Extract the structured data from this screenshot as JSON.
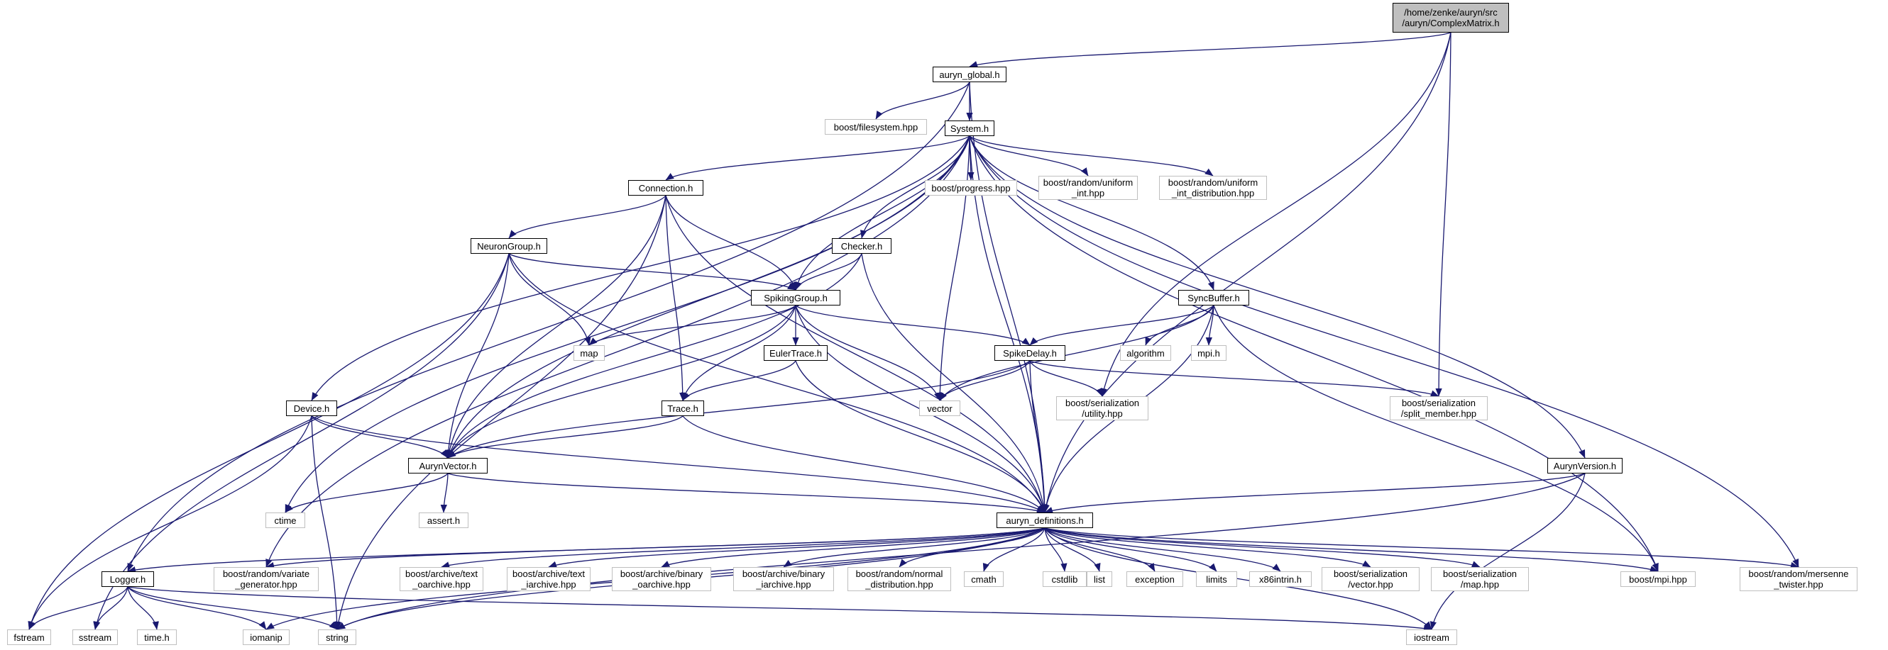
{
  "diagram": {
    "type": "include dependency graph",
    "colors": {
      "edge": "#191970",
      "main_fill": "#bfbfbf",
      "linked_border": "#000000",
      "external_border": "#bfbfbf"
    },
    "nodes": [
      {
        "id": "complexmatrix",
        "label": "/home/zenke/auryn/src\n/auryn/ComplexMatrix.h",
        "kind": "main"
      },
      {
        "id": "auryn_global",
        "label": "auryn_global.h",
        "kind": "linked"
      },
      {
        "id": "filesystem",
        "label": "boost/filesystem.hpp",
        "kind": "ext"
      },
      {
        "id": "system",
        "label": "System.h",
        "kind": "linked"
      },
      {
        "id": "connection",
        "label": "Connection.h",
        "kind": "linked"
      },
      {
        "id": "progress",
        "label": "boost/progress.hpp",
        "kind": "ext"
      },
      {
        "id": "uniform_int",
        "label": "boost/random/uniform\n_int.hpp",
        "kind": "ext"
      },
      {
        "id": "uniform_int_dist",
        "label": "boost/random/uniform\n_int_distribution.hpp",
        "kind": "ext"
      },
      {
        "id": "neurongroup",
        "label": "NeuronGroup.h",
        "kind": "linked"
      },
      {
        "id": "checker",
        "label": "Checker.h",
        "kind": "linked"
      },
      {
        "id": "spikinggroup",
        "label": "SpikingGroup.h",
        "kind": "linked"
      },
      {
        "id": "syncbuffer",
        "label": "SyncBuffer.h",
        "kind": "linked"
      },
      {
        "id": "map",
        "label": "map",
        "kind": "ext"
      },
      {
        "id": "eulertrace",
        "label": "EulerTrace.h",
        "kind": "linked"
      },
      {
        "id": "spikedelay",
        "label": "SpikeDelay.h",
        "kind": "linked"
      },
      {
        "id": "algorithm",
        "label": "algorithm",
        "kind": "ext"
      },
      {
        "id": "mpi_h",
        "label": "mpi.h",
        "kind": "ext"
      },
      {
        "id": "vector",
        "label": "vector",
        "kind": "ext"
      },
      {
        "id": "ser_utility",
        "label": "boost/serialization\n/utility.hpp",
        "kind": "ext"
      },
      {
        "id": "split_member",
        "label": "boost/serialization\n/split_member.hpp",
        "kind": "ext"
      },
      {
        "id": "trace",
        "label": "Trace.h",
        "kind": "linked"
      },
      {
        "id": "device",
        "label": "Device.h",
        "kind": "linked"
      },
      {
        "id": "aurynvector",
        "label": "AurynVector.h",
        "kind": "linked"
      },
      {
        "id": "aurynversion",
        "label": "AurynVersion.h",
        "kind": "linked"
      },
      {
        "id": "ctime",
        "label": "ctime",
        "kind": "ext"
      },
      {
        "id": "assert",
        "label": "assert.h",
        "kind": "ext"
      },
      {
        "id": "auryn_definitions",
        "label": "auryn_definitions.h",
        "kind": "linked"
      },
      {
        "id": "logger",
        "label": "Logger.h",
        "kind": "linked"
      },
      {
        "id": "variate_gen",
        "label": "boost/random/variate\n_generator.hpp",
        "kind": "ext"
      },
      {
        "id": "text_oarchive",
        "label": "boost/archive/text\n_oarchive.hpp",
        "kind": "ext"
      },
      {
        "id": "text_iarchive",
        "label": "boost/archive/text\n_iarchive.hpp",
        "kind": "ext"
      },
      {
        "id": "binary_oarchive",
        "label": "boost/archive/binary\n_oarchive.hpp",
        "kind": "ext"
      },
      {
        "id": "binary_iarchive",
        "label": "boost/archive/binary\n_iarchive.hpp",
        "kind": "ext"
      },
      {
        "id": "normal_dist",
        "label": "boost/random/normal\n_distribution.hpp",
        "kind": "ext"
      },
      {
        "id": "cmath",
        "label": "cmath",
        "kind": "ext"
      },
      {
        "id": "cstdlib",
        "label": "cstdlib",
        "kind": "ext"
      },
      {
        "id": "list",
        "label": "list",
        "kind": "ext"
      },
      {
        "id": "exception",
        "label": "exception",
        "kind": "ext"
      },
      {
        "id": "limits",
        "label": "limits",
        "kind": "ext"
      },
      {
        "id": "x86intrin",
        "label": "x86intrin.h",
        "kind": "ext"
      },
      {
        "id": "ser_vector",
        "label": "boost/serialization\n/vector.hpp",
        "kind": "ext"
      },
      {
        "id": "ser_map",
        "label": "boost/serialization\n/map.hpp",
        "kind": "ext"
      },
      {
        "id": "boost_mpi",
        "label": "boost/mpi.hpp",
        "kind": "ext"
      },
      {
        "id": "mersenne",
        "label": "boost/random/mersenne\n_twister.hpp",
        "kind": "ext"
      },
      {
        "id": "fstream",
        "label": "fstream",
        "kind": "ext"
      },
      {
        "id": "sstream",
        "label": "sstream",
        "kind": "ext"
      },
      {
        "id": "time_h",
        "label": "time.h",
        "kind": "ext"
      },
      {
        "id": "iomanip",
        "label": "iomanip",
        "kind": "ext"
      },
      {
        "id": "string",
        "label": "string",
        "kind": "ext"
      },
      {
        "id": "iostream",
        "label": "iostream",
        "kind": "ext"
      }
    ],
    "edges": [
      [
        "complexmatrix",
        "auryn_global"
      ],
      [
        "complexmatrix",
        "ser_utility"
      ],
      [
        "complexmatrix",
        "split_member"
      ],
      [
        "complexmatrix",
        "auryn_definitions"
      ],
      [
        "auryn_global",
        "filesystem"
      ],
      [
        "auryn_global",
        "system"
      ],
      [
        "auryn_global",
        "logger"
      ],
      [
        "auryn_global",
        "auryn_definitions"
      ],
      [
        "system",
        "connection"
      ],
      [
        "system",
        "progress"
      ],
      [
        "system",
        "uniform_int"
      ],
      [
        "system",
        "uniform_int_dist"
      ],
      [
        "system",
        "checker"
      ],
      [
        "system",
        "spikinggroup"
      ],
      [
        "system",
        "syncbuffer"
      ],
      [
        "system",
        "vector"
      ],
      [
        "system",
        "device"
      ],
      [
        "system",
        "aurynvector"
      ],
      [
        "system",
        "ctime"
      ],
      [
        "system",
        "variate_gen"
      ],
      [
        "system",
        "auryn_definitions"
      ],
      [
        "system",
        "aurynversion"
      ],
      [
        "system",
        "boost_mpi"
      ],
      [
        "system",
        "mersenne"
      ],
      [
        "connection",
        "neurongroup"
      ],
      [
        "connection",
        "spikinggroup"
      ],
      [
        "connection",
        "trace"
      ],
      [
        "connection",
        "aurynvector"
      ],
      [
        "connection",
        "auryn_definitions"
      ],
      [
        "connection",
        "string"
      ],
      [
        "neurongroup",
        "spikinggroup"
      ],
      [
        "neurongroup",
        "map"
      ],
      [
        "neurongroup",
        "aurynvector"
      ],
      [
        "neurongroup",
        "auryn_definitions"
      ],
      [
        "neurongroup",
        "fstream"
      ],
      [
        "neurongroup",
        "sstream"
      ],
      [
        "checker",
        "spikinggroup"
      ],
      [
        "checker",
        "aurynvector"
      ],
      [
        "checker",
        "auryn_definitions"
      ],
      [
        "spikinggroup",
        "map"
      ],
      [
        "spikinggroup",
        "eulertrace"
      ],
      [
        "spikinggroup",
        "spikedelay"
      ],
      [
        "spikinggroup",
        "vector"
      ],
      [
        "spikinggroup",
        "trace"
      ],
      [
        "spikinggroup",
        "aurynvector"
      ],
      [
        "spikinggroup",
        "auryn_definitions"
      ],
      [
        "syncbuffer",
        "spikedelay"
      ],
      [
        "syncbuffer",
        "algorithm"
      ],
      [
        "syncbuffer",
        "mpi_h"
      ],
      [
        "syncbuffer",
        "vector"
      ],
      [
        "syncbuffer",
        "auryn_definitions"
      ],
      [
        "syncbuffer",
        "boost_mpi"
      ],
      [
        "eulertrace",
        "trace"
      ],
      [
        "eulertrace",
        "auryn_definitions"
      ],
      [
        "spikedelay",
        "vector"
      ],
      [
        "spikedelay",
        "ser_utility"
      ],
      [
        "spikedelay",
        "split_member"
      ],
      [
        "spikedelay",
        "aurynvector"
      ],
      [
        "spikedelay",
        "auryn_definitions"
      ],
      [
        "trace",
        "aurynvector"
      ],
      [
        "trace",
        "auryn_definitions"
      ],
      [
        "device",
        "aurynvector"
      ],
      [
        "device",
        "auryn_definitions"
      ],
      [
        "device",
        "fstream"
      ],
      [
        "device",
        "string"
      ],
      [
        "aurynvector",
        "ctime"
      ],
      [
        "aurynvector",
        "assert"
      ],
      [
        "aurynvector",
        "auryn_definitions"
      ],
      [
        "aurynversion",
        "auryn_definitions"
      ],
      [
        "aurynversion",
        "string"
      ],
      [
        "aurynversion",
        "iostream"
      ],
      [
        "auryn_definitions",
        "logger"
      ],
      [
        "auryn_definitions",
        "variate_gen"
      ],
      [
        "auryn_definitions",
        "text_oarchive"
      ],
      [
        "auryn_definitions",
        "text_iarchive"
      ],
      [
        "auryn_definitions",
        "binary_oarchive"
      ],
      [
        "auryn_definitions",
        "binary_iarchive"
      ],
      [
        "auryn_definitions",
        "normal_dist"
      ],
      [
        "auryn_definitions",
        "cmath"
      ],
      [
        "auryn_definitions",
        "cstdlib"
      ],
      [
        "auryn_definitions",
        "list"
      ],
      [
        "auryn_definitions",
        "exception"
      ],
      [
        "auryn_definitions",
        "limits"
      ],
      [
        "auryn_definitions",
        "x86intrin"
      ],
      [
        "auryn_definitions",
        "ser_vector"
      ],
      [
        "auryn_definitions",
        "ser_map"
      ],
      [
        "auryn_definitions",
        "boost_mpi"
      ],
      [
        "auryn_definitions",
        "mersenne"
      ],
      [
        "auryn_definitions",
        "iomanip"
      ],
      [
        "auryn_definitions",
        "string"
      ],
      [
        "auryn_definitions",
        "iostream"
      ],
      [
        "logger",
        "fstream"
      ],
      [
        "logger",
        "sstream"
      ],
      [
        "logger",
        "time_h"
      ],
      [
        "logger",
        "iomanip"
      ],
      [
        "logger",
        "string"
      ],
      [
        "logger",
        "iostream"
      ]
    ]
  }
}
